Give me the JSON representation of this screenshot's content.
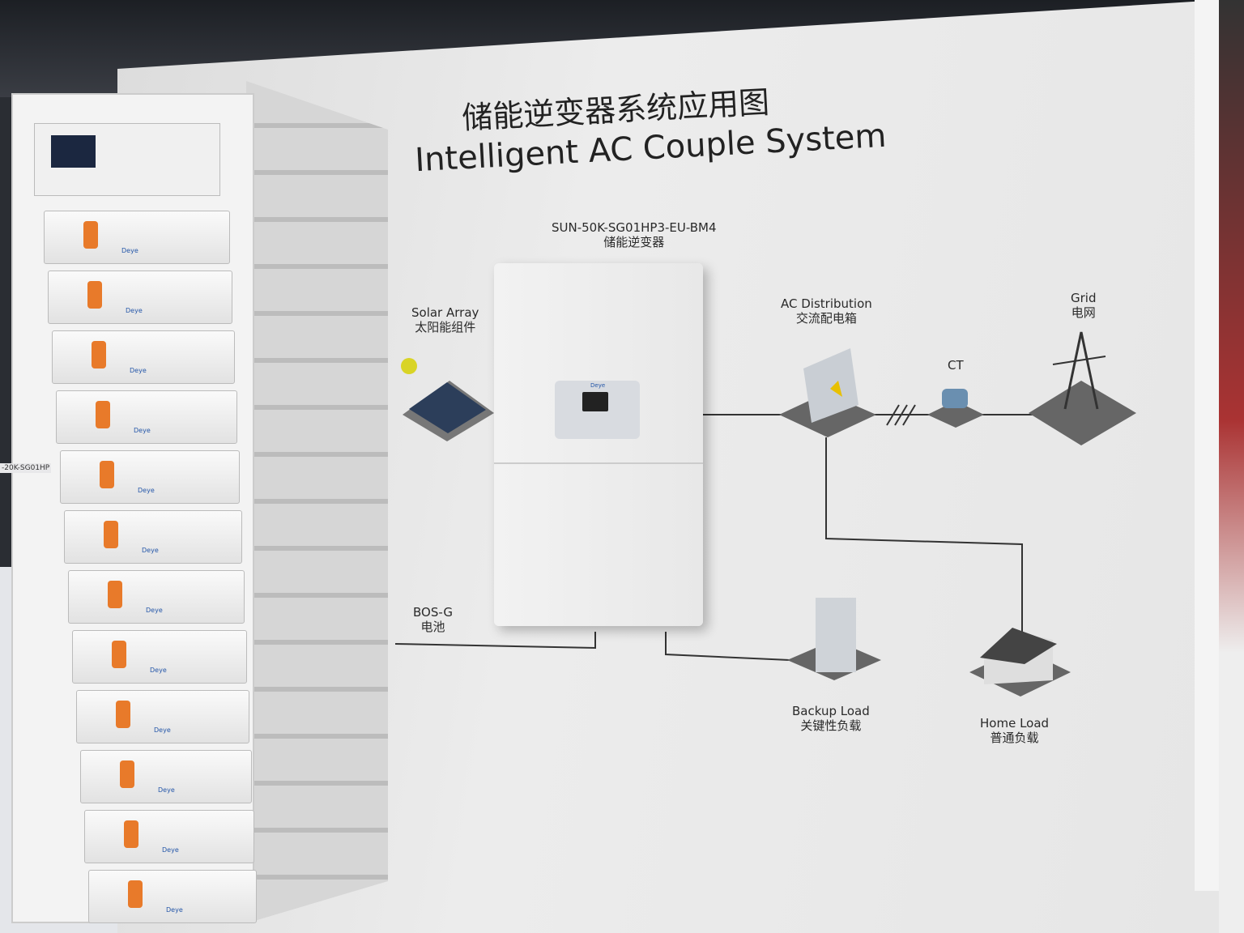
{
  "board": {
    "title_cn": "储能逆变器系统应用图",
    "title_en": "Intelligent AC Couple System",
    "inverter": {
      "model": "SUN-50K-SG01HP3-EU-BM4",
      "name_cn": "储能逆变器",
      "brand": "Deye"
    },
    "components": [
      {
        "en": "Solar Array",
        "cn": "太阳能组件"
      },
      {
        "en": "AC Distribution",
        "cn": "交流配电箱"
      },
      {
        "en": "CT",
        "cn": ""
      },
      {
        "en": "Grid",
        "cn": "电网"
      },
      {
        "en": "BOS-G",
        "cn": "电池"
      },
      {
        "en": "Backup Load",
        "cn": "关键性负载"
      },
      {
        "en": "Home Load",
        "cn": "普通负载"
      }
    ]
  },
  "rack": {
    "module_brand": "Deye",
    "module_count": 12
  },
  "background_sign": "-20K-SG01HP",
  "colors": {
    "plug": "#e87a2a",
    "cable": "#c0282d",
    "brand": "#2456a8"
  }
}
